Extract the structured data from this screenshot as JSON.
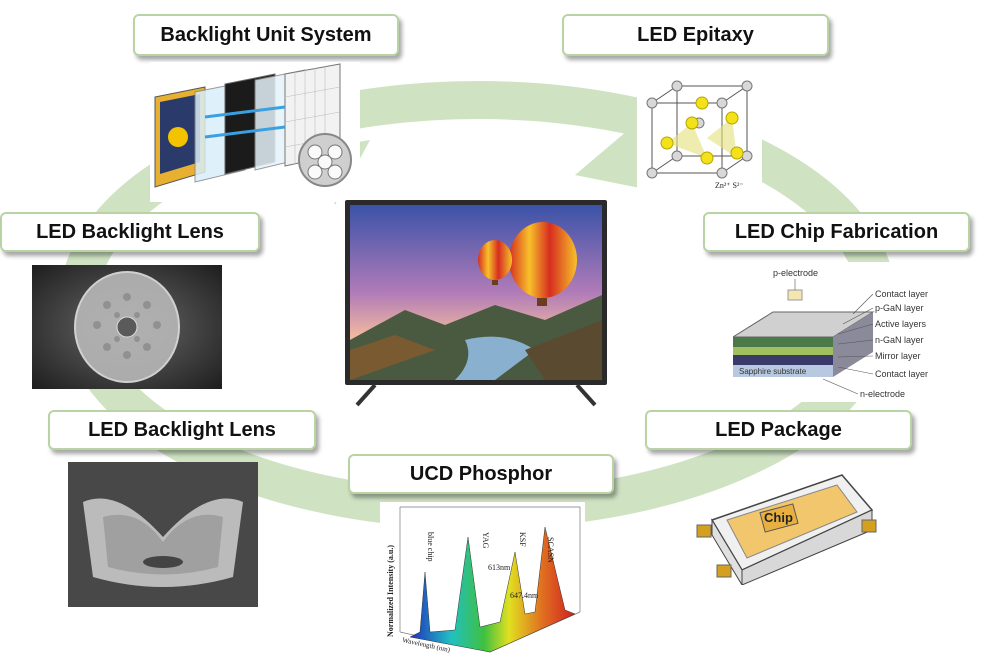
{
  "labels": {
    "backlight_unit_system": "Backlight Unit System",
    "led_epitaxy": "LED Epitaxy",
    "led_backlight_lens_top": "LED Backlight Lens",
    "led_chip_fabrication": "LED Chip Fabrication",
    "led_backlight_lens_bottom": "LED Backlight Lens",
    "led_package": "LED Package",
    "ucd_phosphor": "UCD Phosphor"
  },
  "chip_layers": {
    "p_electrode": "p-electrode",
    "contact_layer_top": "Contact layer",
    "p_gan": "p-GaN layer",
    "active": "Active layers",
    "n_gan": "n-GaN layer",
    "mirror": "Mirror layer",
    "contact_layer_bottom": "Contact layer",
    "n_electrode": "n-electrode",
    "sapphire": "Sapphire substrate"
  },
  "package": {
    "chip_label": "Chip"
  },
  "spectrum": {
    "ylabel": "Normalized Intensity (a.u.)",
    "xlabel": "Wavelength (nm)",
    "peaks": {
      "blue_chip": "blue chip",
      "yag": "YAG",
      "ksf": "KSF",
      "scasn": "SCASN"
    },
    "annotations": {
      "a613": "613nm",
      "a647": "647.4nm"
    }
  },
  "crystal": {
    "legend": "Zn²⁺  S²⁻"
  },
  "colors": {
    "ring": "#cfe3c3",
    "label_border": "#b9d3a4"
  }
}
